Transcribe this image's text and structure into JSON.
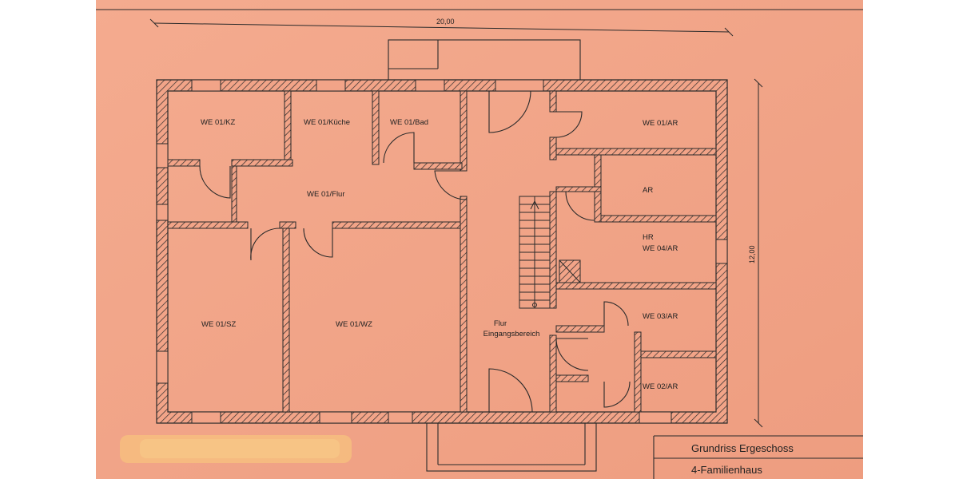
{
  "plan": {
    "width_dimension": "20,00",
    "height_dimension": "12,00",
    "title_block": {
      "line1": "Grundriss Ergeschoss",
      "line2": "4-Familienhaus"
    },
    "rooms": {
      "kz": "WE 01/KZ",
      "kueche": "WE 01/Küche",
      "bad": "WE 01/Bad",
      "ar_top": "WE 01/AR",
      "ar": "AR",
      "flur": "WE 01/Flur",
      "hr": "HR",
      "we04_ar": "WE 04/AR",
      "sz": "WE 01/SZ",
      "wz": "WE 01/WZ",
      "eingang_1": "Flur",
      "eingang_2": "Eingangsbereich",
      "we03_ar": "WE 03/AR",
      "we02_ar": "WE 02/AR"
    }
  },
  "colors": {
    "paper": "#f2a488",
    "background": "#ffffff",
    "line": "#2a2a2a",
    "smudge": "#f7c27e"
  }
}
